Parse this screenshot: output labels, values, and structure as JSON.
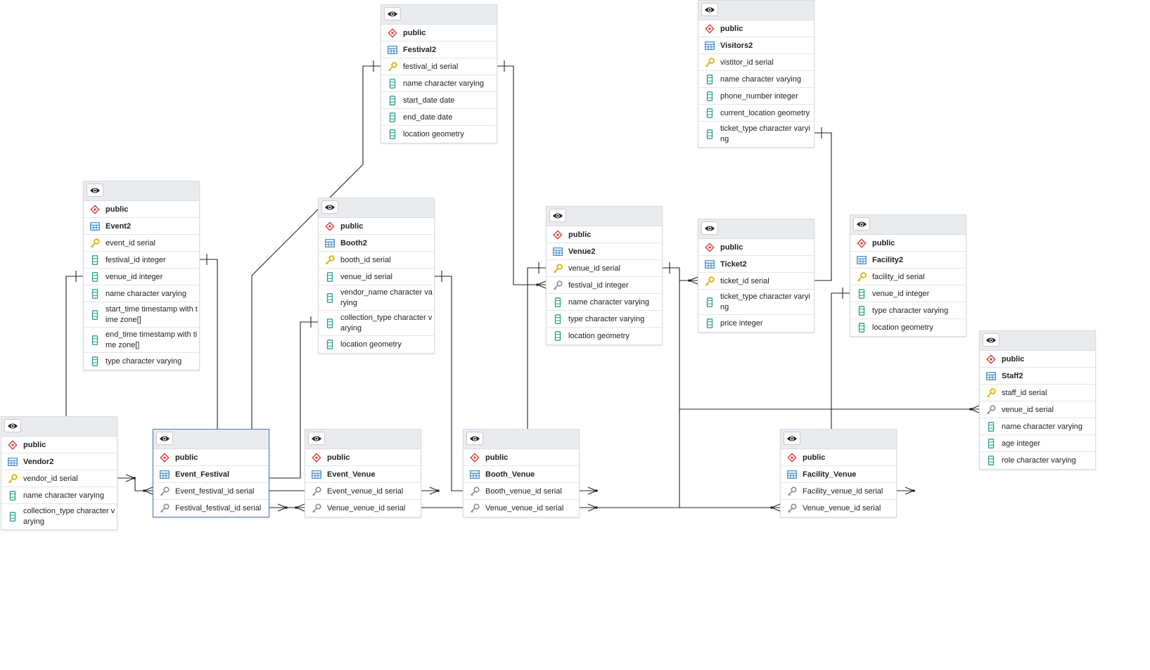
{
  "tables": [
    {
      "id": "festival2",
      "schema": "public",
      "name": "Festival2",
      "columns": [
        {
          "name": "festival_id serial",
          "kind": "pk"
        },
        {
          "name": "name character varying",
          "kind": "col"
        },
        {
          "name": "start_date date",
          "kind": "col"
        },
        {
          "name": "end_date date",
          "kind": "col"
        },
        {
          "name": "location geometry",
          "kind": "col"
        }
      ]
    },
    {
      "id": "visitors2",
      "schema": "public",
      "name": "Visitors2",
      "columns": [
        {
          "name": "vistitor_id serial",
          "kind": "pk"
        },
        {
          "name": "name character varying",
          "kind": "col"
        },
        {
          "name": "phone_number integer",
          "kind": "col"
        },
        {
          "name": "current_location geometry",
          "kind": "col"
        },
        {
          "name": "ticket_type character varying",
          "kind": "col"
        }
      ]
    },
    {
      "id": "event2",
      "schema": "public",
      "name": "Event2",
      "columns": [
        {
          "name": "event_id serial",
          "kind": "pk"
        },
        {
          "name": "festival_id integer",
          "kind": "col"
        },
        {
          "name": "venue_id integer",
          "kind": "col"
        },
        {
          "name": "name character varying",
          "kind": "col"
        },
        {
          "name": "start_time timestamp with time zone[]",
          "kind": "col"
        },
        {
          "name": "end_time timestamp with time zone[]",
          "kind": "col"
        },
        {
          "name": "type character varying",
          "kind": "col"
        }
      ]
    },
    {
      "id": "booth2",
      "schema": "public",
      "name": "Booth2",
      "columns": [
        {
          "name": "booth_id serial",
          "kind": "pk"
        },
        {
          "name": "venue_id serial",
          "kind": "col"
        },
        {
          "name": "vendor_name character varying",
          "kind": "col"
        },
        {
          "name": "collection_type character varying",
          "kind": "col"
        },
        {
          "name": "location geometry",
          "kind": "col"
        }
      ]
    },
    {
      "id": "venue2",
      "schema": "public",
      "name": "Venue2",
      "columns": [
        {
          "name": "venue_id serial",
          "kind": "pk"
        },
        {
          "name": "festival_id integer",
          "kind": "fk"
        },
        {
          "name": "name character varying",
          "kind": "col"
        },
        {
          "name": "type character varying",
          "kind": "col"
        },
        {
          "name": "location geometry",
          "kind": "col"
        }
      ]
    },
    {
      "id": "ticket2",
      "schema": "public",
      "name": "Ticket2",
      "columns": [
        {
          "name": "ticket_id serial",
          "kind": "pk"
        },
        {
          "name": "ticket_type character varying",
          "kind": "col"
        },
        {
          "name": "price integer",
          "kind": "col"
        }
      ]
    },
    {
      "id": "facility2",
      "schema": "public",
      "name": "Facility2",
      "columns": [
        {
          "name": "facility_id serial",
          "kind": "pk"
        },
        {
          "name": "venue_id integer",
          "kind": "col"
        },
        {
          "name": "type character varying",
          "kind": "col"
        },
        {
          "name": "location geometry",
          "kind": "col"
        }
      ]
    },
    {
      "id": "staff2",
      "schema": "public",
      "name": "Staff2",
      "columns": [
        {
          "name": "staff_id serial",
          "kind": "pk"
        },
        {
          "name": "venue_id serial",
          "kind": "fk"
        },
        {
          "name": "name character varying",
          "kind": "col"
        },
        {
          "name": "age integer",
          "kind": "col"
        },
        {
          "name": "role character varying",
          "kind": "col"
        }
      ]
    },
    {
      "id": "vendor2",
      "schema": "public",
      "name": "Vendor2",
      "columns": [
        {
          "name": "vendor_id serial",
          "kind": "pk"
        },
        {
          "name": "name character varying",
          "kind": "col"
        },
        {
          "name": "collection_type character varying",
          "kind": "col"
        }
      ]
    },
    {
      "id": "event_festival",
      "schema": "public",
      "name": "Event_Festival",
      "selected": true,
      "columns": [
        {
          "name": "Event_festival_id serial",
          "kind": "fk"
        },
        {
          "name": "Festival_festival_id serial",
          "kind": "fk"
        }
      ]
    },
    {
      "id": "event_venue",
      "schema": "public",
      "name": "Event_Venue",
      "columns": [
        {
          "name": "Event_venue_id serial",
          "kind": "fk"
        },
        {
          "name": "Venue_venue_id serial",
          "kind": "fk"
        }
      ]
    },
    {
      "id": "booth_venue",
      "schema": "public",
      "name": "Booth_Venue",
      "columns": [
        {
          "name": "Booth_venue_id serial",
          "kind": "fk"
        },
        {
          "name": "Venue_venue_id serial",
          "kind": "fk"
        }
      ]
    },
    {
      "id": "facility_venue",
      "schema": "public",
      "name": "Facility_Venue",
      "columns": [
        {
          "name": "Facility_venue_id serial",
          "kind": "fk"
        },
        {
          "name": "Venue_venue_id serial",
          "kind": "fk"
        }
      ]
    }
  ],
  "icons": {
    "eye": "eye-icon",
    "schema": "schema-diamond-icon",
    "table": "table-icon",
    "pk": "primary-key-icon",
    "fk": "foreign-key-icon",
    "col": "column-icon"
  },
  "colors": {
    "schema": "#d63c3c",
    "table": "#3a87c8",
    "pk": "#d8b400",
    "fk": "#8c8c8c",
    "col": "#27a08a",
    "header": "#e9ebef",
    "line": "#222222"
  }
}
